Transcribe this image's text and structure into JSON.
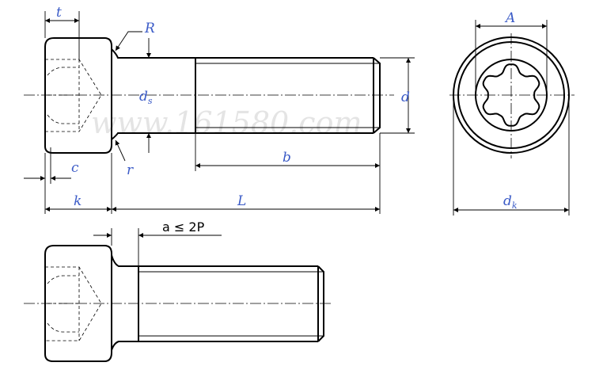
{
  "watermark": "www.161580.com",
  "labels": {
    "t": "t",
    "R": "R",
    "ds_main": "d",
    "ds_sub": "s",
    "d": "d",
    "A": "A",
    "c": "c",
    "r": "r",
    "b": "b",
    "k": "k",
    "L": "L",
    "dk_main": "d",
    "dk_sub": "k"
  },
  "note": "a ≤ 2P",
  "colors": {
    "label": "#3b5bc7",
    "line": "#000000"
  }
}
